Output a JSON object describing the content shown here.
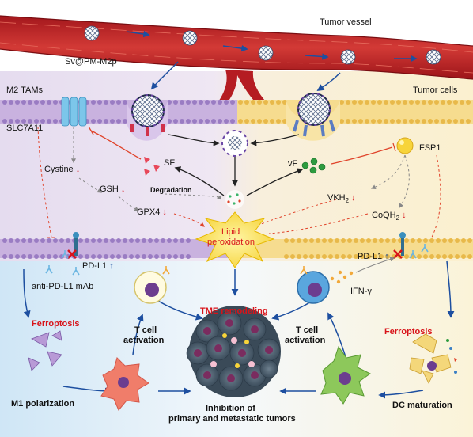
{
  "labels": {
    "tumor_vessel": "Tumor vessel",
    "nanoparticle": "Sv@PM-M2p",
    "m2_tams": "M2 TAMs",
    "tumor_cells": "Tumor cells",
    "slc7a11": "SLC7A11",
    "cystine": "Cystine",
    "gsh": "GSH",
    "gpx4": "GPX4",
    "sf": "SF",
    "degradation": "Degradation",
    "vf": "vF",
    "fsp1": "FSP1",
    "vkh2": "VKH",
    "vkh2_sub": "2",
    "coqh2": "CoQH",
    "coqh2_sub": "2",
    "lipid_1": "Lipid",
    "lipid_2": "peroxidation",
    "pdl1_left": "PD-L1",
    "pdl1_right": "PD-L1",
    "anti_pdl1": "anti-PD-L1 mAb",
    "ifn": "IFN-γ",
    "ferroptosis_left": "Ferroptosis",
    "ferroptosis_right": "Ferroptosis",
    "tcell_left_1": "T cell",
    "tcell_left_2": "activation",
    "tcell_right_1": "T cell",
    "tcell_right_2": "activation",
    "tme": "TME remodeling",
    "m1": "M1 polarization",
    "dc": "DC maturation",
    "inhibition_1": "Inhibition of",
    "inhibition_2": "primary and metastatic tumors",
    "up_arrow": "↑",
    "down_arrow": "↓"
  },
  "colors": {
    "left_bg": "#e9dff0",
    "right_bg": "#fbf1d6",
    "vessel": "#c8262b",
    "membrane_left": "#b69ad0",
    "membrane_right": "#f1cf78",
    "highlight_red": "#d8141a",
    "arrow_blue": "#1d4fa0"
  }
}
